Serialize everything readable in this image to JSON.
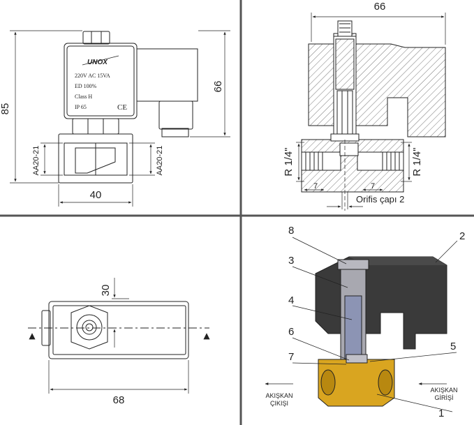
{
  "front_view": {
    "brand": "UNOX",
    "plate": [
      "220V AC 15VA",
      "ED   100%",
      "Class H",
      "IP 65"
    ],
    "ce_mark": "CE",
    "dim_height_total": "85",
    "dim_coil_height": "66",
    "dim_body_width": "40",
    "dim_thread_left": "AA20-21",
    "dim_thread_right": "AA20-21"
  },
  "section_view": {
    "dim_top_width": "66",
    "port_left": "R 1/4\"",
    "port_right": "R 1/4\"",
    "depth_left": "7",
    "depth_right": "7",
    "orifice_label": "Orifis çapı 2"
  },
  "top_view": {
    "dim_width": "30",
    "dim_length": "68"
  },
  "exploded_view": {
    "callouts": [
      "1",
      "2",
      "3",
      "4",
      "5",
      "6",
      "7",
      "8"
    ],
    "flow_out": [
      "AKIŞKAN",
      "ÇIKIŞI"
    ],
    "flow_in": [
      "AKIŞKAN",
      "GİRİŞİ"
    ]
  },
  "colors": {
    "line": "#222222",
    "divider": "#555555",
    "brass": "#d9a520",
    "coil": "#3a3a3a",
    "metal": "#a8a8b0",
    "plunger": "#8c94b4"
  }
}
